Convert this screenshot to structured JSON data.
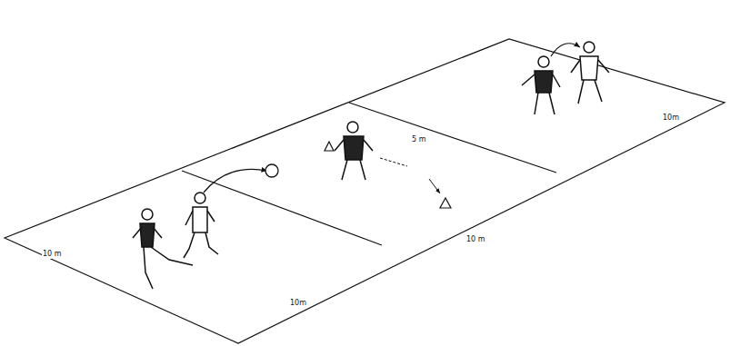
{
  "diagram": {
    "labels": [
      "10 m",
      "10m",
      "10 m",
      "10m",
      "5 m"
    ]
  }
}
